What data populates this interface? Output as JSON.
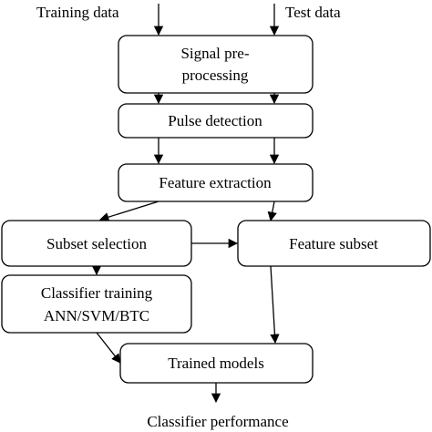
{
  "inputs": {
    "training": "Training data",
    "test": "Test data"
  },
  "nodes": {
    "signal_preprocessing": {
      "line1": "Signal pre-",
      "line2": "processing"
    },
    "pulse_detection": "Pulse detection",
    "feature_extraction": "Feature extraction",
    "subset_selection": "Subset selection",
    "feature_subset": "Feature subset",
    "classifier_training": {
      "line1": "Classifier training",
      "line2": "ANN/SVM/BTC"
    },
    "trained_models": "Trained models"
  },
  "output": "Classifier performance",
  "colors": {
    "stroke": "#000000",
    "fill": "#ffffff",
    "text": "#000000"
  }
}
